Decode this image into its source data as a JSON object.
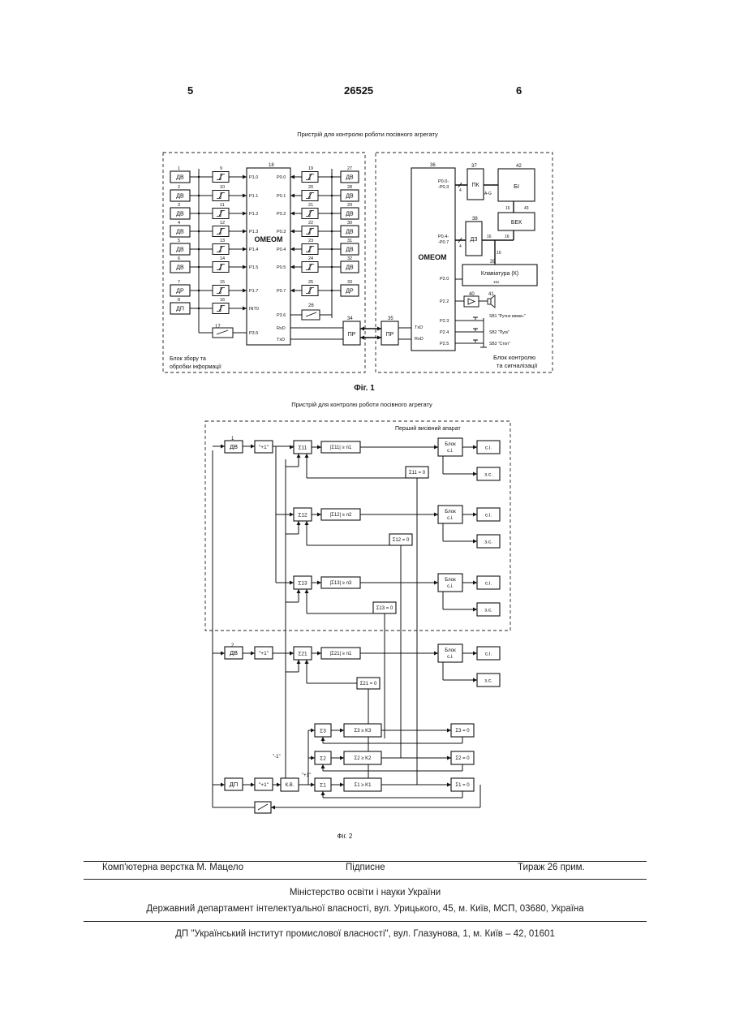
{
  "header": {
    "page_left": "5",
    "patent_number": "26525",
    "page_right": "6"
  },
  "fig1": {
    "title": "Пристрій для контролю роботи посівного агрегату",
    "caption": "Фіг. 1",
    "left_block_label_1": "Блок збору та",
    "left_block_label_2": "обробки інформації",
    "right_block_label_1": "Блок контролю",
    "right_block_label_2": "та сигналізації",
    "mcu_left": "ОМЕОМ",
    "mcu_right": "ОМЕОМ",
    "left_sensors": [
      "ДВ",
      "ДВ",
      "ДВ",
      "ДВ",
      "ДВ",
      "ДВ",
      "ДР",
      "ДП"
    ],
    "left_sensor_nums": [
      "1",
      "2",
      "3",
      "4",
      "5",
      "6",
      "7",
      "8"
    ],
    "left_shaper_nums": [
      "9",
      "10",
      "11",
      "12",
      "13",
      "14",
      "15",
      "16"
    ],
    "left_ports": [
      "P1.0",
      "P1.1",
      "P1.2",
      "P1.3",
      "P1.4",
      "P1.5",
      "P1.7",
      "INT0"
    ],
    "right_sensors": [
      "ДВ",
      "ДВ",
      "ДВ",
      "ДВ",
      "ДВ",
      "ДВ",
      "ДР"
    ],
    "right_sensor_nums": [
      "27",
      "28",
      "29",
      "30",
      "31",
      "32",
      "33"
    ],
    "right_shaper_nums": [
      "19",
      "20",
      "21",
      "22",
      "23",
      "24",
      "25"
    ],
    "right_ports": [
      "P0.0",
      "P0.1",
      "P0.2",
      "P0.3",
      "P0.4",
      "P0.5",
      "P0.7"
    ],
    "extra_ports": [
      "P3.6",
      "P3.5",
      "RxD",
      "TxD"
    ],
    "num_mcu_left": "18",
    "num_switch_17": "17",
    "num_switch_26": "26",
    "num_pr_34": "34",
    "num_pr_35": "35",
    "num_mcu_right": "36",
    "num_pk": "37",
    "num_dz": "38",
    "num_kb": "39",
    "num_amp": "40",
    "num_spk": "41",
    "num_bi": "42",
    "num_bek": "43",
    "pr_label": "ПР",
    "pk_label": "ПК",
    "pk_sub": "A-G",
    "bi_label": "БІ",
    "bek_label": "БЕК",
    "dz_label": "ДЗ",
    "kb_label": "Клавіатура (К)",
    "kb_sub": "16х",
    "right_ports_top": [
      "P0.0-",
      "-P0.3"
    ],
    "right_ports_mid": [
      "P0.4-",
      "-P0.7"
    ],
    "right_ports_misc": [
      "P2.0",
      "P2.2",
      "P2.3",
      "P2.4",
      "P2.5",
      "TxD",
      "RxD"
    ],
    "bus_labels": [
      "4",
      "4",
      "16",
      "16",
      "16",
      "16",
      "16"
    ],
    "sb_labels": [
      "SB1 \"Ручне вимкн.\"",
      "SB2 \"Пуск\"",
      "SB3 \"Стоп\""
    ]
  },
  "fig2": {
    "title": "Пристрій для контролю роботи посівного агрегату",
    "caption": "Фіг. 2",
    "group_label": "Перший висівний апарат",
    "num_dv1": "1",
    "num_dv2": "2",
    "dv_label": "ДВ",
    "dp_label": "ДП",
    "plus_one": "\"+1\"",
    "minus_one": "\"-1\"",
    "plus_one_b": "\"+1\"",
    "kv_label": "К.В.",
    "blok_label": "Блок",
    "si_label": "с.і.",
    "zs_label": "з.с.",
    "sums_top": [
      "Σ11",
      "Σ12",
      "Σ13"
    ],
    "sum21": "Σ21",
    "cmp_top": [
      "|Σ11| ≥ n1",
      "|Σ12| ≥ n2",
      "|Σ13| ≥ n3"
    ],
    "cmp21": "|Σ21| ≥ n1",
    "zero_top": [
      "Σ11 = 0",
      "Σ12 = 0",
      "Σ13 = 0"
    ],
    "zero21": "Σ21 = 0",
    "sums_bottom": [
      "Σ3",
      "Σ2",
      "Σ1"
    ],
    "cmp_bottom": [
      "Σ3 ≥ K3",
      "Σ2 ≥ K2",
      "Σ1 ≥ K1"
    ],
    "zero_bottom": [
      "Σ3 = 0",
      "Σ2 = 0",
      "Σ1 = 0"
    ]
  },
  "footer": {
    "typeset": "Комп'ютерна верстка М. Мацело",
    "signed": "Підписне",
    "print_run": "Тираж 26 прим.",
    "ministry": "Міністерство освіти і науки України",
    "department": "Державний департамент інтелектуальної власності, вул. Урицького, 45, м. Київ, МСП, 03680, Україна",
    "institute": "ДП \"Український інститут промислової власності\", вул. Глазунова, 1, м. Київ – 42, 01601"
  }
}
